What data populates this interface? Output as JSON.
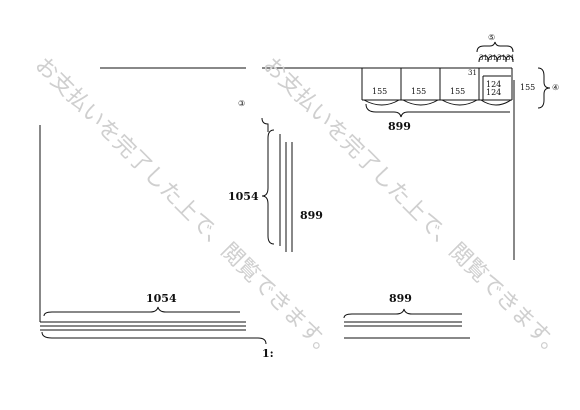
{
  "watermark": {
    "text": "お支払いを完了した上で、閲覧できます。",
    "color": "#cfcfcf"
  },
  "labels": {
    "left_height": "1054",
    "left_width": "1054",
    "left_bottom_partial": "1:",
    "mid_height": "899",
    "mid_width": "899",
    "top_width": "899",
    "cab_155_a": "155",
    "cab_155_b": "155",
    "cab_155_c": "155",
    "cab_124_a": "124",
    "cab_124_b": "124",
    "tiny_31_row": [
      "31",
      "31",
      "31",
      "31"
    ],
    "tiny_31_left": "31",
    "right_height": "155",
    "circle_3": "③",
    "circle_4": "④",
    "circle_5": "⑤"
  }
}
